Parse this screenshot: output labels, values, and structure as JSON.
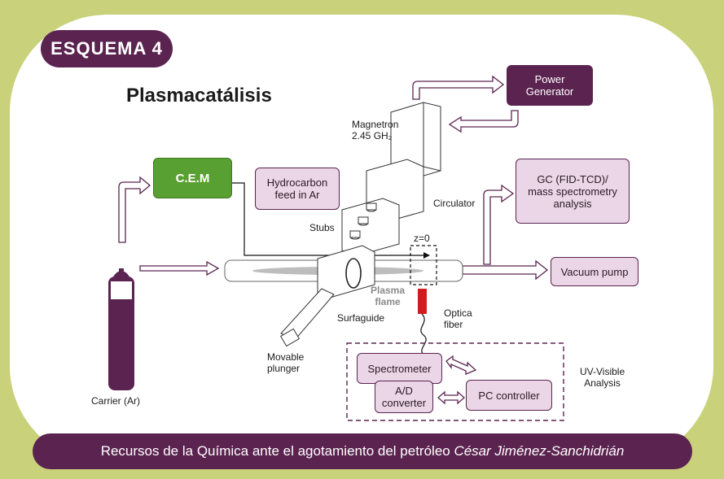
{
  "tag": "ESQUEMA 4",
  "title": "Plasmacatálisis",
  "boxes": {
    "power_generator": "Power\nGenerator",
    "cem": "C.E.M",
    "hydrocarbon": "Hydrocarbon\nfeed in Ar",
    "gc": "GC (FID-TCD)/\nmass spectrometry\nanalysis",
    "vacuum": "Vacuum pump",
    "spectrometer": "Spectrometer",
    "ad": "A/D\nconverter",
    "pc": "PC controller"
  },
  "labels": {
    "magnetron": "Magnetron\n2.45 GH₂",
    "circulator": "Circulator",
    "stubs": "Stubs",
    "z0": "z=0",
    "plasma": "Plasma\nflame",
    "optica": "Optica\nfiber",
    "surfaguide": "Surfaguide",
    "plunger": "Movable\nplunger",
    "carrier": "Carrier (Ar)",
    "uv": "UV-Visible\nAnalysis"
  },
  "footer": {
    "text": "Recursos de la Química ante el agotamiento del petróleo ",
    "author": "César Jiménez-Sanchidrián"
  },
  "colors": {
    "background": "#c9d17a",
    "accent": "#5b2450",
    "box_fill": "#ead6e6",
    "cem": "#59a032",
    "fiber": "#d01c1c"
  }
}
